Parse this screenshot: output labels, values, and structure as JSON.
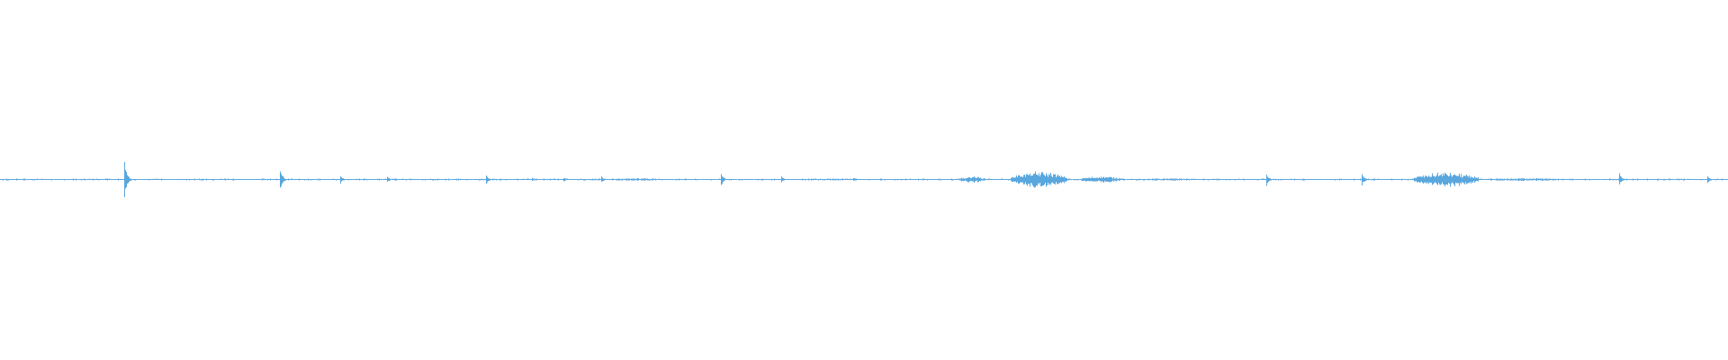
{
  "waveform": {
    "color": "#5aa7de",
    "background": "#ffffff",
    "baseline_amplitude": 0.004,
    "events": [
      {
        "t": 0.072,
        "amp": 0.115,
        "kind": "transient"
      },
      {
        "t": 0.162,
        "amp": 0.065,
        "kind": "transient"
      },
      {
        "t": 0.197,
        "amp": 0.025,
        "kind": "transient"
      },
      {
        "t": 0.224,
        "amp": 0.02,
        "kind": "transient"
      },
      {
        "t": 0.281,
        "amp": 0.03,
        "kind": "transient"
      },
      {
        "t": 0.308,
        "amp": 0.012,
        "kind": "transient"
      },
      {
        "t": 0.326,
        "amp": 0.012,
        "kind": "transient"
      },
      {
        "t": 0.348,
        "amp": 0.02,
        "kind": "transient"
      },
      {
        "t": 0.417,
        "amp": 0.04,
        "kind": "transient"
      },
      {
        "t": 0.452,
        "amp": 0.02,
        "kind": "transient"
      },
      {
        "t": 0.494,
        "amp": 0.012,
        "kind": "transient"
      },
      {
        "t": 0.733,
        "amp": 0.04,
        "kind": "transient"
      },
      {
        "t": 0.788,
        "amp": 0.04,
        "kind": "transient"
      },
      {
        "t": 0.937,
        "amp": 0.04,
        "kind": "transient"
      },
      {
        "t": 0.988,
        "amp": 0.025,
        "kind": "transient"
      }
    ],
    "bursts": [
      {
        "start": 0.348,
        "end": 0.387,
        "amp": 0.006
      },
      {
        "start": 0.452,
        "end": 0.52,
        "amp": 0.004
      },
      {
        "start": 0.555,
        "end": 0.57,
        "amp": 0.016
      },
      {
        "start": 0.585,
        "end": 0.617,
        "amp": 0.04
      },
      {
        "start": 0.625,
        "end": 0.65,
        "amp": 0.016
      },
      {
        "start": 0.65,
        "end": 0.7,
        "amp": 0.005
      },
      {
        "start": 0.818,
        "end": 0.855,
        "amp": 0.035
      },
      {
        "start": 0.855,
        "end": 0.905,
        "amp": 0.007
      }
    ]
  }
}
